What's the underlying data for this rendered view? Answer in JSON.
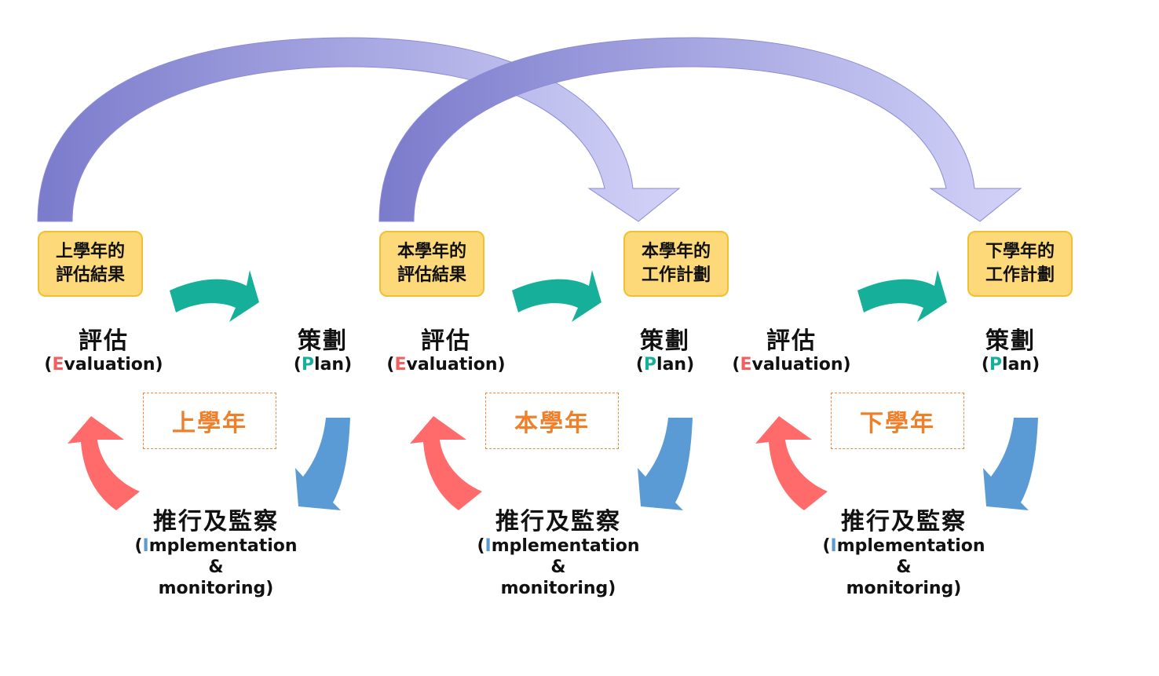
{
  "colors": {
    "arc_dark": "#7b7bcc",
    "arc_light": "#c8c8f6",
    "arrow_plan": "#16b09a",
    "arrow_implement": "#5b9bd5",
    "arrow_evaluate": "#ff6b6b",
    "box_fill": "#fdd97a",
    "year_text": "#f07f2a",
    "letter_E": "#f06060",
    "letter_P": "#16b09a",
    "letter_I": "#5b9bd5"
  },
  "boxes": [
    {
      "line1": "上學年的",
      "line2": "評估結果"
    },
    {
      "line1": "本學年的",
      "line2": "評估結果"
    },
    {
      "line1": "本學年的",
      "line2": "工作計劃"
    },
    {
      "line1": "下學年的",
      "line2": "工作計劃"
    }
  ],
  "cycles": [
    {
      "year_label": "上學年",
      "evaluation": {
        "zh": "評估",
        "open": "(",
        "initial": "E",
        "rest": "valuation)"
      },
      "plan": {
        "zh": "策劃",
        "open": "(",
        "initial": "P",
        "rest": "lan)"
      },
      "implementation": {
        "zh": "推行及監察",
        "open": "(",
        "initial": "I",
        "rest": "mplementation",
        "amp": "&",
        "last": "monitoring)"
      }
    },
    {
      "year_label": "本學年",
      "evaluation": {
        "zh": "評估",
        "open": "(",
        "initial": "E",
        "rest": "valuation)"
      },
      "plan": {
        "zh": "策劃",
        "open": "(",
        "initial": "P",
        "rest": "lan)"
      },
      "implementation": {
        "zh": "推行及監察",
        "open": "(",
        "initial": "I",
        "rest": "mplementation",
        "amp": "&",
        "last": "monitoring)"
      }
    },
    {
      "year_label": "下學年",
      "evaluation": {
        "zh": "評估",
        "open": "(",
        "initial": "E",
        "rest": "valuation)"
      },
      "plan": {
        "zh": "策劃",
        "open": "(",
        "initial": "P",
        "rest": "lan)"
      },
      "implementation": {
        "zh": "推行及監察",
        "open": "(",
        "initial": "I",
        "rest": "mplementation",
        "amp": "&",
        "last": "monitoring)"
      }
    }
  ]
}
